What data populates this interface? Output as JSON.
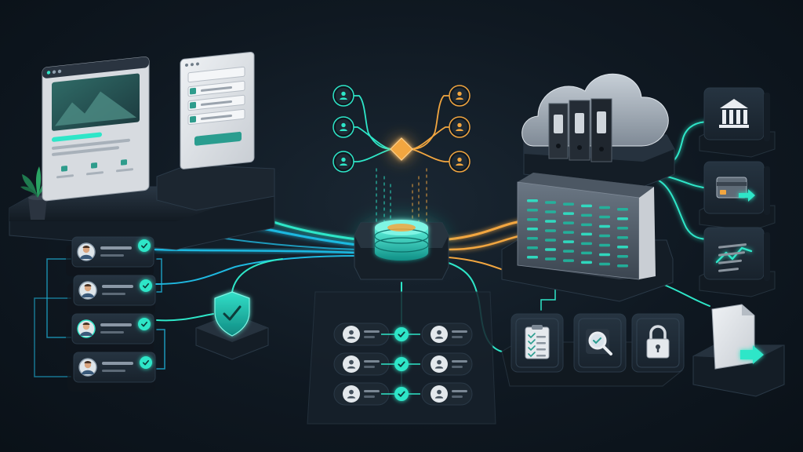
{
  "colors": {
    "background": "#0f1821",
    "teal": "#2ee6c8",
    "cyan": "#1fb8e0",
    "orange": "#f2a640",
    "panel": "#1b2631",
    "panel_edge": "#2a3947",
    "platform": "#141d26",
    "card_light": "#d9dde2",
    "cloud": "#aeb7c1"
  },
  "icons": {
    "browser_window": "browser-window-icon",
    "form_checklist": "form-checklist-icon",
    "potted_plant": "potted-plant-icon",
    "user_profile": "user-profile-icon",
    "check": "check-icon",
    "shield_check": "shield-check-icon",
    "decision_diamond": "decision-diamond-icon",
    "database": "database-icon",
    "cloud": "cloud-icon",
    "file_binder": "file-binder-icon",
    "server_rack": "server-rack-icon",
    "bank": "bank-icon",
    "credit_card": "credit-card-icon",
    "trend_chart": "trend-chart-icon",
    "clipboard": "clipboard-checklist-icon",
    "magnifier": "magnifier-icon",
    "padlock": "padlock-icon",
    "document_export": "document-export-icon"
  },
  "groups": {
    "left_user_rows": 4,
    "fan_out_users_per_side": 3,
    "bottom_user_pairs": 3,
    "right_service_tiles": 3,
    "bottom_security_tiles": 3
  }
}
